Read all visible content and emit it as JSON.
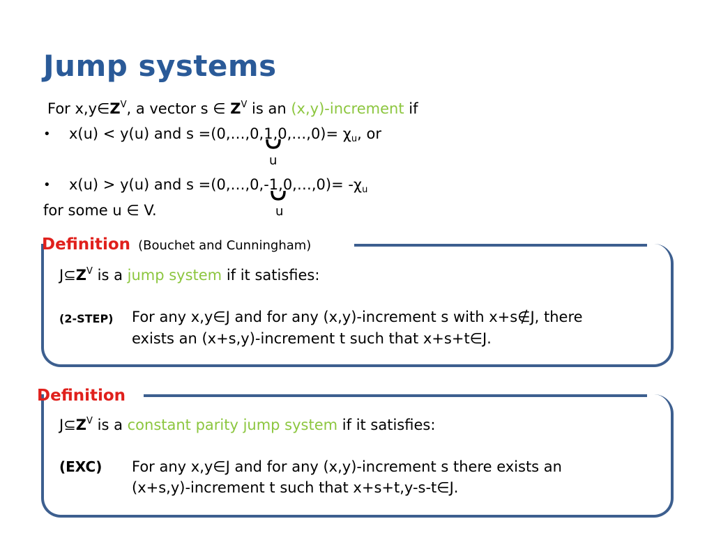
{
  "title": "Jump systems",
  "intro": {
    "l1_a": "For x,y",
    "l1_in": "∈",
    "l1_Z": "Z",
    "l1_V": "V",
    "l1_b": ", a vector s ∈ ",
    "l1_Z2": "Z",
    "l1_V2": "V",
    "l1_c": " is an ",
    "l1_term": "(x,y)-increment",
    "l1_d": " if",
    "bullet1_a": "x(u) < y(u) and s =(0,…,0,1,0,…,0)= χ",
    "bullet1_sub": "u",
    "bullet1_b": ", or",
    "brace1_label": "u",
    "bullet2_a": "x(u) > y(u) and s =(0,…,0,-1,0,…,0)= -χ",
    "bullet2_sub": "u",
    "brace2_label": "u",
    "closing": "for some u ∈ V."
  },
  "def1": {
    "heading": "Definition",
    "source": "(Bouchet and Cunningham)",
    "l1_a": "J⊆",
    "l1_Z": "Z",
    "l1_V": "V",
    "l1_b": " is a ",
    "l1_term": "jump system",
    "l1_c": " if it satisfies:",
    "tag": "(2-STEP)",
    "cond_l1": "For any x,y∈J and for any (x,y)-increment s with x+s∉J, there",
    "cond_l2": "exists an (x+s,y)-increment t such that x+s+t∈J."
  },
  "def2": {
    "heading": "Definition",
    "l1_a": "J⊆",
    "l1_Z": "Z",
    "l1_V": "V",
    "l1_b": " is a ",
    "l1_term": "constant parity jump system",
    "l1_c": " if it satisfies:",
    "tag": "(EXC)",
    "cond_l1": "For any x,y∈J and for any (x,y)-increment s there exists an",
    "cond_l2": "(x+s,y)-increment t such that x+s+t,y-s-t∈J."
  },
  "colors": {
    "title": "#2a5a98",
    "accent_green": "#8cc63f",
    "definition_red": "#e0201c",
    "box_border": "#3d5f8f"
  }
}
